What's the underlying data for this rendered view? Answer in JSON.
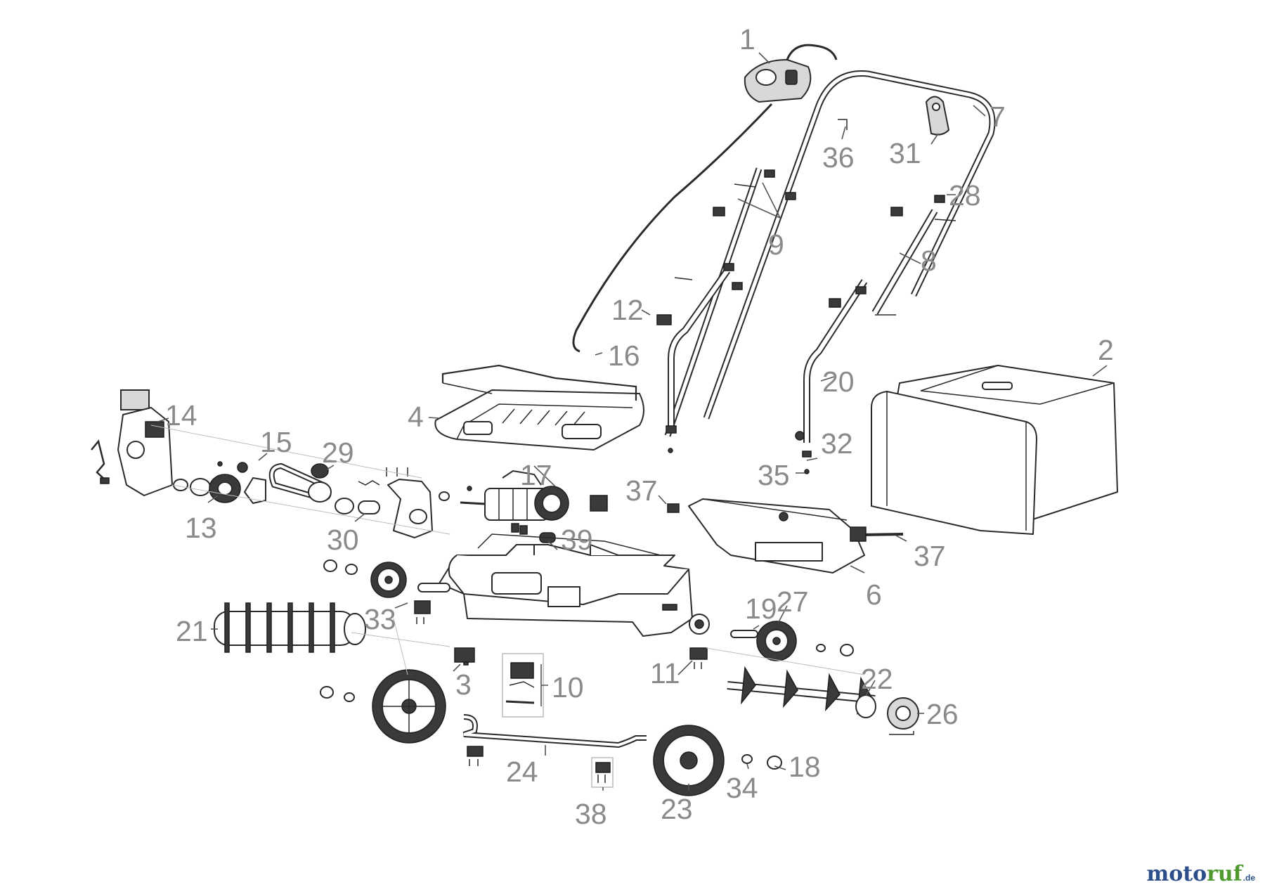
{
  "brand": {
    "part1": "moto",
    "part2": "ruf",
    "suffix": ".de"
  },
  "callouts": [
    {
      "id": "c1",
      "text": "1"
    },
    {
      "id": "c2",
      "text": "2"
    },
    {
      "id": "c3",
      "text": "3"
    },
    {
      "id": "c4",
      "text": "4"
    },
    {
      "id": "c6",
      "text": "6"
    },
    {
      "id": "c7",
      "text": "7"
    },
    {
      "id": "c8",
      "text": "8"
    },
    {
      "id": "c9",
      "text": "9"
    },
    {
      "id": "c10",
      "text": "10"
    },
    {
      "id": "c11",
      "text": "11"
    },
    {
      "id": "c12",
      "text": "12"
    },
    {
      "id": "c13",
      "text": "13"
    },
    {
      "id": "c14",
      "text": "14"
    },
    {
      "id": "c15",
      "text": "15"
    },
    {
      "id": "c16",
      "text": "16"
    },
    {
      "id": "c17",
      "text": "17"
    },
    {
      "id": "c18",
      "text": "18"
    },
    {
      "id": "c19",
      "text": "19"
    },
    {
      "id": "c20",
      "text": "20"
    },
    {
      "id": "c21",
      "text": "21"
    },
    {
      "id": "c22",
      "text": "22"
    },
    {
      "id": "c23",
      "text": "23"
    },
    {
      "id": "c24",
      "text": "24"
    },
    {
      "id": "c26",
      "text": "26"
    },
    {
      "id": "c27",
      "text": "27"
    },
    {
      "id": "c28",
      "text": "28"
    },
    {
      "id": "c29",
      "text": "29"
    },
    {
      "id": "c30",
      "text": "30"
    },
    {
      "id": "c31",
      "text": "31"
    },
    {
      "id": "c32",
      "text": "32"
    },
    {
      "id": "c33",
      "text": "33"
    },
    {
      "id": "c34",
      "text": "34"
    },
    {
      "id": "c35",
      "text": "35"
    },
    {
      "id": "c36",
      "text": "36"
    },
    {
      "id": "c37a",
      "text": "37"
    },
    {
      "id": "c37b",
      "text": "37"
    },
    {
      "id": "c38",
      "text": "38"
    },
    {
      "id": "c39",
      "text": "39"
    }
  ]
}
